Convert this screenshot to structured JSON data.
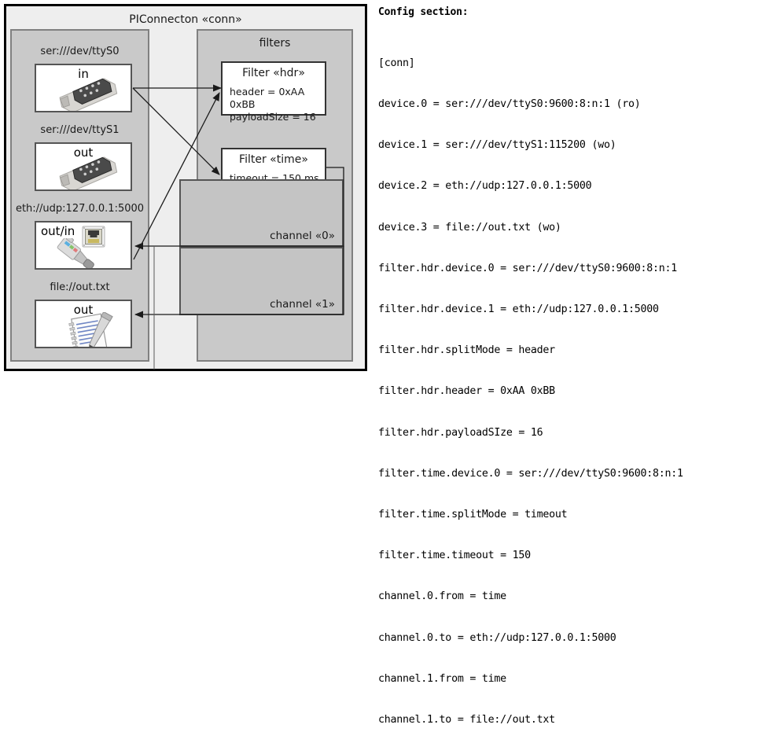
{
  "diagram": {
    "outer_title": "PIConnecton «conn»",
    "filters_group_title": "filters",
    "devices": [
      {
        "label": "ser:///dev/ttyS0",
        "direction": "in",
        "icon": "serial-port-icon"
      },
      {
        "label": "ser:///dev/ttyS1",
        "direction": "out",
        "icon": "serial-port-icon"
      },
      {
        "label": "eth://udp:127.0.0.1:5000",
        "direction": "out/in",
        "icon": "ethernet-jack-icon"
      },
      {
        "label": "file://out.txt",
        "direction": "out",
        "icon": "text-file-icon"
      }
    ],
    "filters": [
      {
        "title": "Filter «hdr»",
        "props": [
          "header = 0xAA 0xBB",
          "payloadSize = 16"
        ]
      },
      {
        "title": "Filter «time»",
        "props": [
          "timeout = 150 ms"
        ]
      }
    ],
    "channels": [
      {
        "label": "channel «0»"
      },
      {
        "label": "channel «1»"
      }
    ]
  },
  "config": {
    "heading": "Config section:",
    "lines": [
      "[conn]",
      "device.0 = ser:///dev/ttyS0:9600:8:n:1 (ro)",
      "device.1 = ser:///dev/ttyS1:115200 (wo)",
      "device.2 = eth://udp:127.0.0.1:5000",
      "device.3 = file://out.txt (wo)",
      "filter.hdr.device.0 = ser:///dev/ttyS0:9600:8:n:1",
      "filter.hdr.device.1 = eth://udp:127.0.0.1:5000",
      "filter.hdr.splitMode = header",
      "filter.hdr.header = 0xAA 0xBB",
      "filter.hdr.payloadSIze = 16",
      "filter.time.device.0 = ser:///dev/ttyS0:9600:8:n:1",
      "filter.time.splitMode = timeout",
      "filter.time.timeout = 150",
      "channel.0.from = time",
      "channel.0.to = eth://udp:127.0.0.1:5000",
      "channel.1.from = time",
      "channel.1.to = file://out.txt"
    ]
  },
  "colors": {
    "frame_bg": "#eeeeee",
    "panel_bg": "#c9c9c9",
    "channel_bg": "#c4c4c4",
    "box_bg": "#ffffff",
    "stroke": "#333333"
  }
}
